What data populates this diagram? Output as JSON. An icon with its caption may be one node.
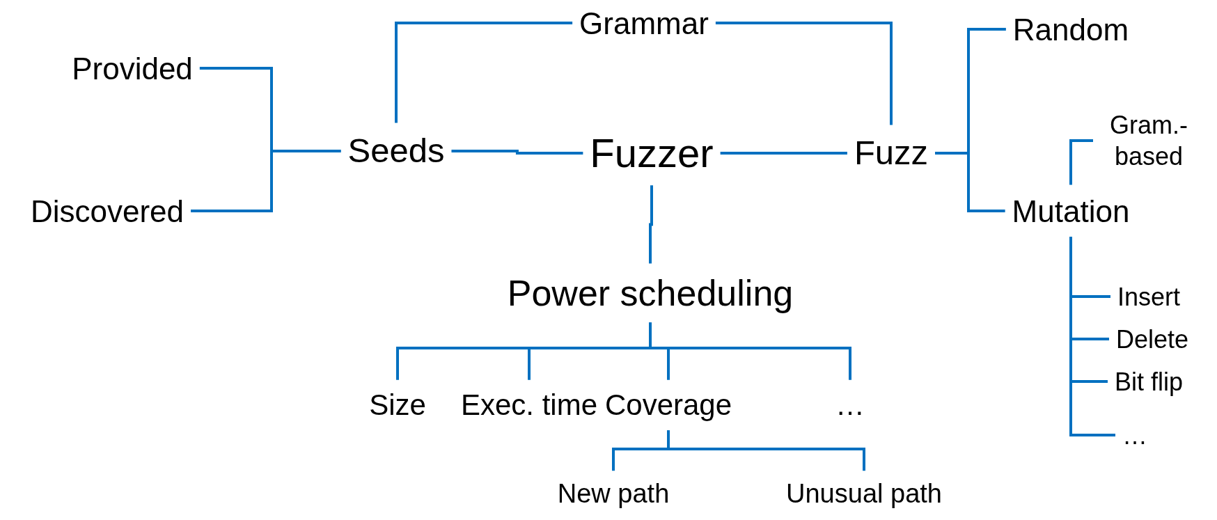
{
  "diagram": {
    "nodes": [
      {
        "text": [
          "Grammar"
        ]
      },
      {
        "text": [
          "Provided"
        ]
      },
      {
        "text": [
          "Seeds"
        ]
      },
      {
        "text": [
          "Discovered"
        ]
      },
      {
        "text": [
          "Fuzzer"
        ]
      },
      {
        "text": [
          "Fuzz"
        ]
      },
      {
        "text": [
          "Random"
        ]
      },
      {
        "text": [
          "Gram.-based"
        ]
      },
      {
        "text": [
          "Mutation"
        ]
      },
      {
        "text": [
          "Insert"
        ]
      },
      {
        "text": [
          "Delete"
        ]
      },
      {
        "text": [
          "Bit flip"
        ]
      },
      {
        "text": [
          "…"
        ]
      },
      {
        "text": [
          "Power scheduling"
        ]
      },
      {
        "text": [
          "Size"
        ]
      },
      {
        "text": [
          "Exec. time"
        ]
      },
      {
        "text": [
          "Coverage"
        ]
      },
      {
        "text": [
          "…"
        ]
      },
      {
        "text": [
          "New path"
        ]
      },
      {
        "text": [
          "Unusual path"
        ]
      }
    ],
    "edges": [
      {
        "from": 1,
        "to": 2,
        "arrow": "none"
      },
      {
        "from": 3,
        "to": 2,
        "arrow": "none"
      },
      {
        "from": 0,
        "to": 2,
        "arrow": "none"
      },
      {
        "from": 0,
        "to": 5,
        "arrow": "none"
      },
      {
        "from": 2,
        "to": 4,
        "arrow": "none"
      },
      {
        "from": 4,
        "to": 5,
        "arrow": "none"
      },
      {
        "from": 5,
        "to": 6,
        "arrow": "none"
      },
      {
        "from": 5,
        "to": 8,
        "arrow": "none"
      },
      {
        "from": 8,
        "to": 7,
        "arrow": "none"
      },
      {
        "from": 8,
        "to": 9,
        "arrow": "none"
      },
      {
        "from": 8,
        "to": 10,
        "arrow": "none"
      },
      {
        "from": 8,
        "to": 11,
        "arrow": "none"
      },
      {
        "from": 8,
        "to": 12,
        "arrow": "none"
      },
      {
        "from": 4,
        "to": 13,
        "arrow": "none"
      },
      {
        "from": 13,
        "to": 14,
        "arrow": "none"
      },
      {
        "from": 13,
        "to": 15,
        "arrow": "none"
      },
      {
        "from": 13,
        "to": 16,
        "arrow": "none"
      },
      {
        "from": 13,
        "to": 17,
        "arrow": "none"
      },
      {
        "from": 16,
        "to": 18,
        "arrow": "none"
      },
      {
        "from": 16,
        "to": 19,
        "arrow": "none"
      }
    ]
  }
}
